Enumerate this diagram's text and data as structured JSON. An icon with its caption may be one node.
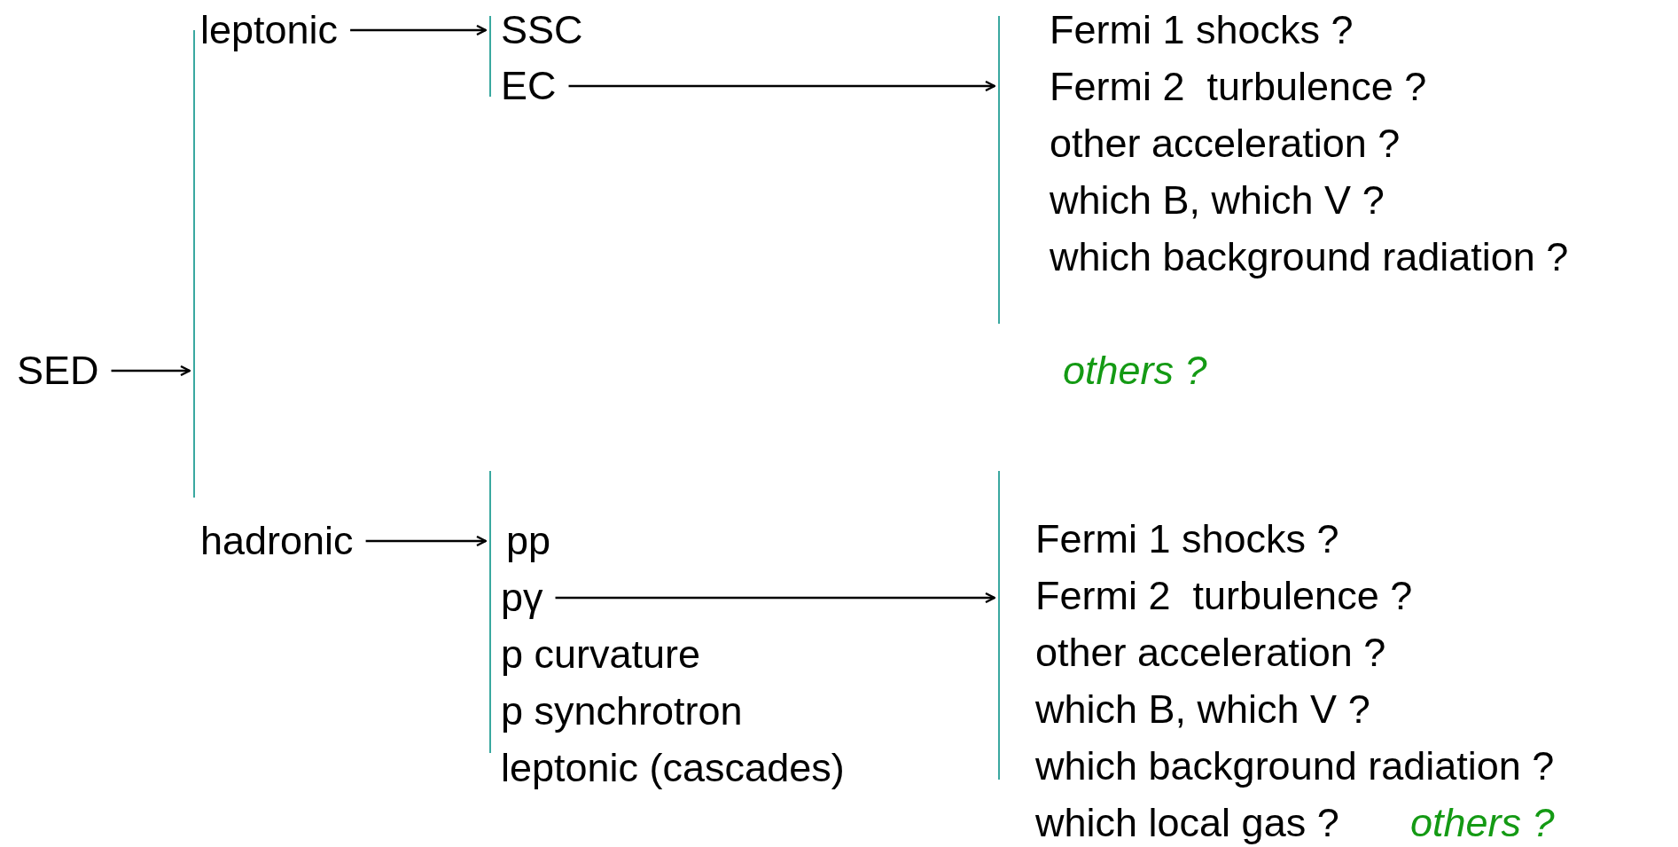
{
  "diagram": {
    "nodes": [
      {
        "text": [
          "SED"
        ]
      },
      {
        "text": [],
        "shape": "bar"
      },
      {
        "text": [
          "leptonic"
        ]
      },
      {
        "text": [],
        "shape": "bar"
      },
      {
        "text": [
          "SSC"
        ]
      },
      {
        "text": [
          "EC"
        ]
      },
      {
        "text": [],
        "shape": "bar"
      },
      {
        "text": [
          "Fermi 1 shocks ?",
          "Fermi 2  turbulence ?",
          "other acceleration ?",
          "which B, which V ?",
          "which background radiation ?"
        ]
      },
      {
        "text": [
          "hadronic"
        ]
      },
      {
        "text": [],
        "shape": "bar"
      },
      {
        "text": [
          "pp"
        ]
      },
      {
        "text": [
          "pγ"
        ]
      },
      {
        "text": [
          "p curvature"
        ]
      },
      {
        "text": [
          "p synchrotron"
        ]
      },
      {
        "text": [
          "leptonic (cascades)"
        ]
      },
      {
        "text": [],
        "shape": "bar"
      },
      {
        "text": [
          "Fermi 1 shocks ?",
          "Fermi 2  turbulence ?",
          "other acceleration ?",
          "which B, which V ?",
          "which background radiation ?",
          "which local gas ?"
        ]
      }
    ],
    "edges": [
      {
        "from": 0,
        "to": 1,
        "arrow": "to"
      },
      {
        "from": 2,
        "to": 3,
        "arrow": "to"
      },
      {
        "from": 5,
        "to": 6,
        "arrow": "to"
      },
      {
        "from": 8,
        "to": 9,
        "arrow": "to"
      },
      {
        "from": 11,
        "to": 15,
        "arrow": "to"
      }
    ],
    "labels": [
      "others ?",
      "others ?"
    ]
  }
}
